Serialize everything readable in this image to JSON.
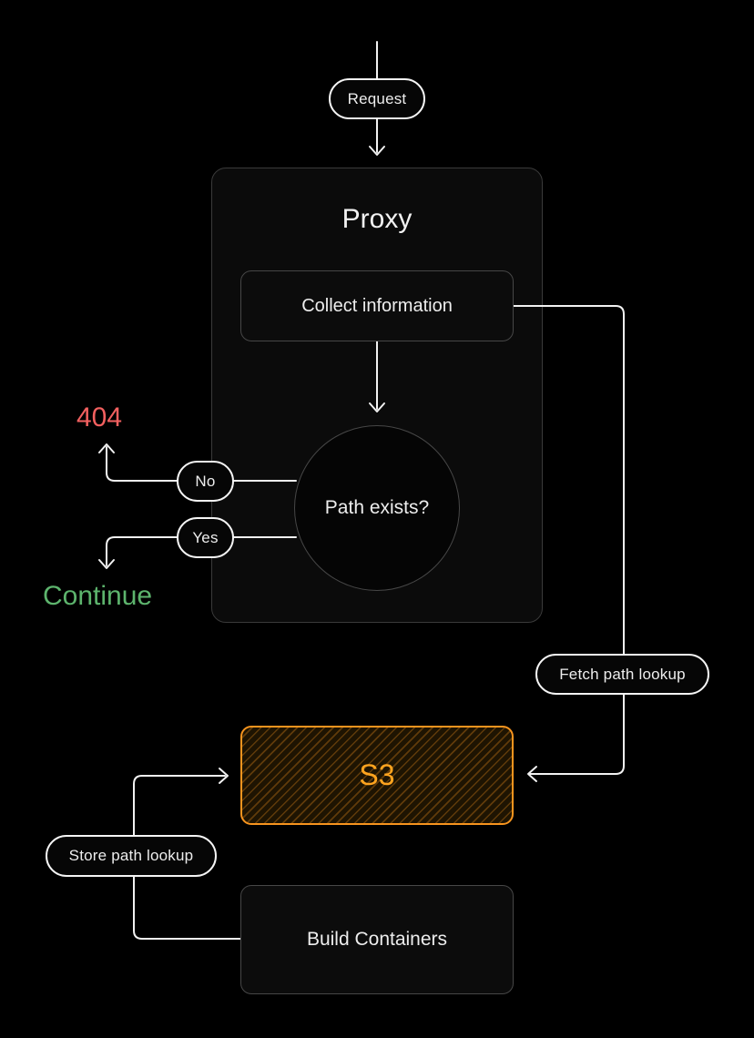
{
  "diagram": {
    "background": "#000000",
    "line_color": "#f2f2f2",
    "nodes": {
      "request": {
        "label": "Request"
      },
      "proxy": {
        "label": "Proxy"
      },
      "collect_information": {
        "label": "Collect information"
      },
      "path_exists": {
        "label": "Path exists?"
      },
      "result_404": {
        "label": "404",
        "color": "#f2605f"
      },
      "result_continue": {
        "label": "Continue",
        "color": "#5db46d"
      },
      "s3": {
        "label": "S3",
        "border_color": "#f7941e",
        "label_color": "#ffa41f"
      },
      "build_containers": {
        "label": "Build Containers"
      }
    },
    "edges": [
      {
        "from": "request",
        "to": "proxy",
        "label": ""
      },
      {
        "from": "collect_information",
        "to": "path_exists",
        "label": ""
      },
      {
        "from": "path_exists",
        "to": "result_404",
        "label": "No"
      },
      {
        "from": "path_exists",
        "to": "result_continue",
        "label": "Yes"
      },
      {
        "from": "collect_information",
        "to": "s3",
        "label": "Fetch path lookup"
      },
      {
        "from": "build_containers",
        "to": "s3",
        "label": "Store path lookup"
      }
    ]
  }
}
